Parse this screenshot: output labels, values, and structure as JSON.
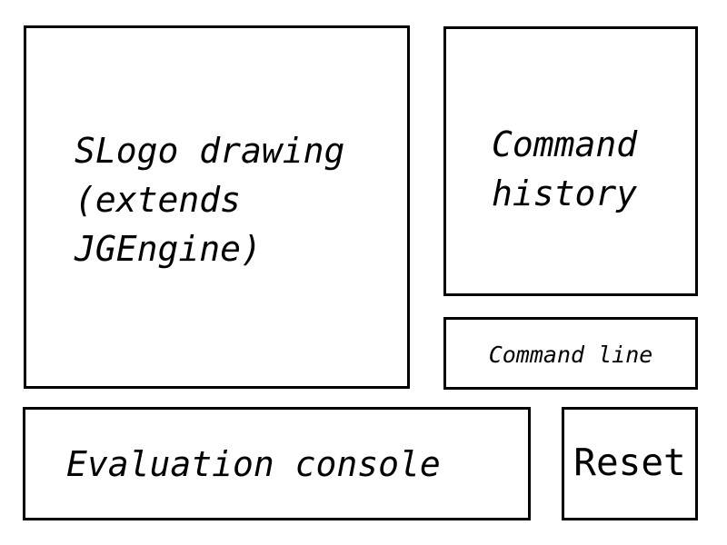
{
  "drawing_panel": {
    "label": "SLogo drawing\n(extends\nJGEngine)"
  },
  "history_panel": {
    "label": "Command\nhistory"
  },
  "command_line": {
    "label": "Command line"
  },
  "evaluation_console": {
    "label": "Evaluation console"
  },
  "reset_button": {
    "label": "Reset"
  }
}
